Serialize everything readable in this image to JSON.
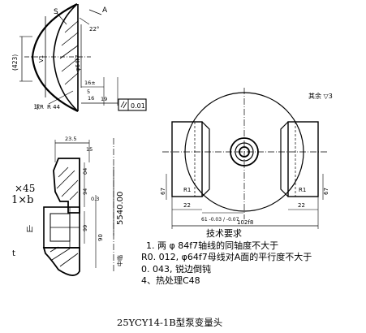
{
  "top_left_view": {
    "label_s": "S",
    "label_a": "A",
    "angle_22": "22°",
    "dim_423": "(423)",
    "dim_phi64f7": "φ64f7",
    "dim_v1": "V1",
    "dim_16": "16",
    "dim_16_tol": "16±",
    "dim_19": "19",
    "dim_5": "5",
    "radius_r44": "R 44",
    "radius_prefix": "球R",
    "parallel_tol": "0.01"
  },
  "right_view": {
    "finish_note": "其余 ▽3",
    "r1_left": "R1",
    "r1_right": "R1",
    "dim_67_left": "67",
    "dim_67_right": "67",
    "dim_22_left": "22",
    "dim_22_right": "22",
    "dim_61_tol": "61 -0.03 / -0.07",
    "dim_102": "102f8"
  },
  "section_view": {
    "dim_23_5": "23.5",
    "dim_x45": "×45",
    "dim_1xb": "1×b",
    "dim_5540": "5540.00",
    "dim_90": "90",
    "dim_03": "0.3",
    "dim_04": "04",
    "dim_94": "94",
    "dim_99": "99",
    "dim_15": "15",
    "label_left": "t",
    "label_mid": "山",
    "label_bottom": "中临"
  },
  "notes": {
    "heading": "技术要求",
    "line1": "1. 两 φ 84f7轴线的同轴度不大于",
    "line2": "R0. 012, φ64f7母线对A面的平行度不大于",
    "line3": "0. 043, 锐边倒钝",
    "line4": "4、热处理C48"
  },
  "caption": "25YCY14-1B型泵变量头"
}
